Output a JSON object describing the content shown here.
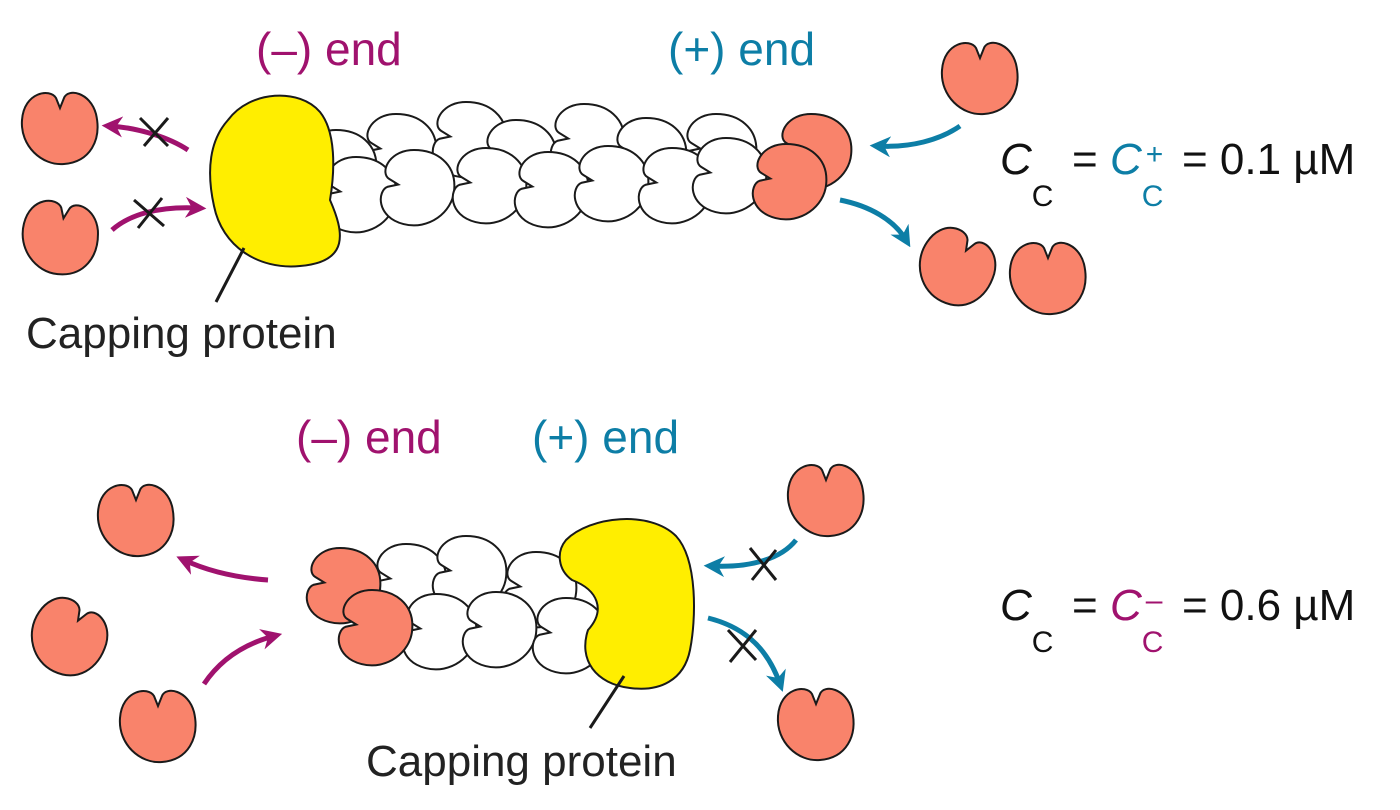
{
  "top_panel": {
    "minus_end_label": "(–) end",
    "plus_end_label": "(+) end",
    "capping_label": "Capping protein",
    "equation": {
      "lhs_symbol": "C",
      "lhs_sub": "C",
      "eq1": "=",
      "rhs_symbol": "C",
      "rhs_sub": "C",
      "rhs_sup": "+",
      "eq2": "=",
      "value": "0.1 µM"
    }
  },
  "bottom_panel": {
    "minus_end_label": "(–) end",
    "plus_end_label": "(+) end",
    "capping_label": "Capping protein",
    "equation": {
      "lhs_symbol": "C",
      "lhs_sub": "C",
      "eq1": "=",
      "rhs_symbol": "C",
      "rhs_sub": "C",
      "rhs_sup": "–",
      "eq2": "=",
      "value": "0.6 µM"
    }
  },
  "colors": {
    "minus_end": "#a0126e",
    "plus_end": "#0d7ea6",
    "actin_monomer": "#f9836b",
    "filament_subunit": "#ffffff",
    "capping_protein": "#ffee00",
    "outline": "#1a1a1a"
  },
  "icons": {
    "monomer": "actin-monomer-icon",
    "blocked": "x-mark-icon"
  }
}
